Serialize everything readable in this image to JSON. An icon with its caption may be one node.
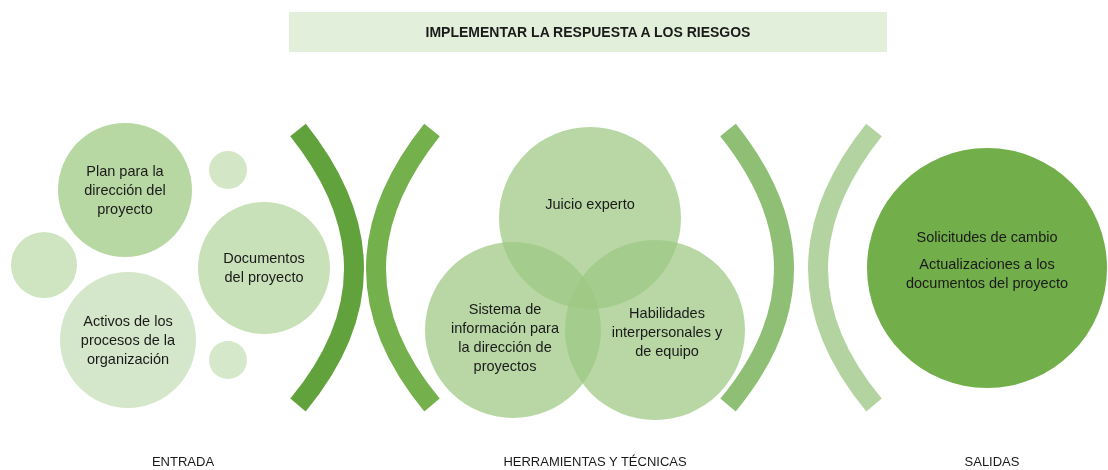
{
  "diagram": {
    "title": "IMPLEMENTAR LA RESPUESTA A LOS RIESGOS",
    "nodes": [
      {
        "text": [
          "Plan para la dirección del proyecto"
        ]
      },
      {
        "text": [],
        "shape": "circle"
      },
      {
        "text": [
          "Documentos del proyecto"
        ]
      },
      {
        "text": [],
        "shape": "circle"
      },
      {
        "text": [
          "Activos de los procesos de la organización"
        ]
      },
      {
        "text": [],
        "shape": "circle"
      },
      {
        "text": [
          "Juicio experto"
        ]
      },
      {
        "text": [
          "Sistema de información para la dirección de proyectos"
        ]
      },
      {
        "text": [
          "Habilidades interpersonales y de equipo"
        ]
      },
      {
        "text": [
          "Solicitudes de cambio",
          "Actualizaciones a los documentos del proyecto"
        ]
      }
    ],
    "edges": [],
    "labels": [
      "ENTRADA",
      "HERRAMIENTAS Y TÉCNICAS",
      "SALIDAS"
    ]
  }
}
